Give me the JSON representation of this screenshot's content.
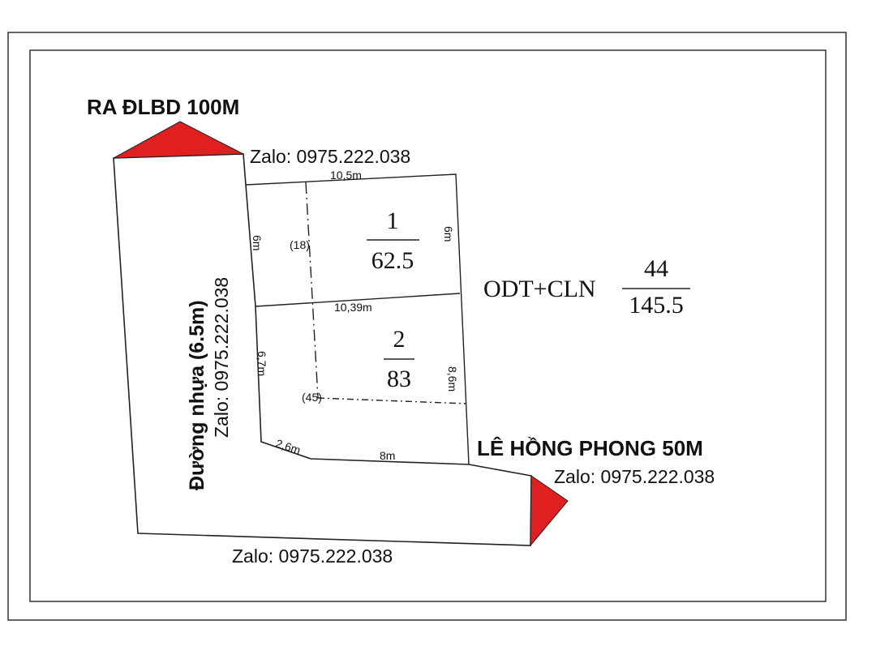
{
  "headings": {
    "north_road": "RA ĐLBD 100M",
    "south_road": "LÊ HỒNG PHONG 50M",
    "side_road": "Đường nhựa (6.5m)"
  },
  "contacts": {
    "zalo_top": "Zalo: 0975.222.038",
    "zalo_side": "Zalo: 0975.222.038",
    "zalo_right": "Zalo: 0975.222.038",
    "zalo_bottom": "Zalo: 0975.222.038"
  },
  "dimensions": {
    "top_width": "10,5m",
    "lot1_left": "6m",
    "lot1_right": "6m",
    "middle_width": "10,39m",
    "lot2_left": "6,7m",
    "lot2_right": "8,6m",
    "corner_cut": "2,6m",
    "bottom_width": "8m",
    "area_lot1_extra": "(18)",
    "area_lot2_extra": "(45)"
  },
  "lots": [
    {
      "number": "1",
      "area": "62.5"
    },
    {
      "number": "2",
      "area": "83"
    }
  ],
  "land_use": {
    "code": "ODT+CLN",
    "numerator": "44",
    "denominator": "145.5"
  },
  "colors": {
    "arrow": "#e02020",
    "line": "#222222",
    "frame": "#333333"
  }
}
